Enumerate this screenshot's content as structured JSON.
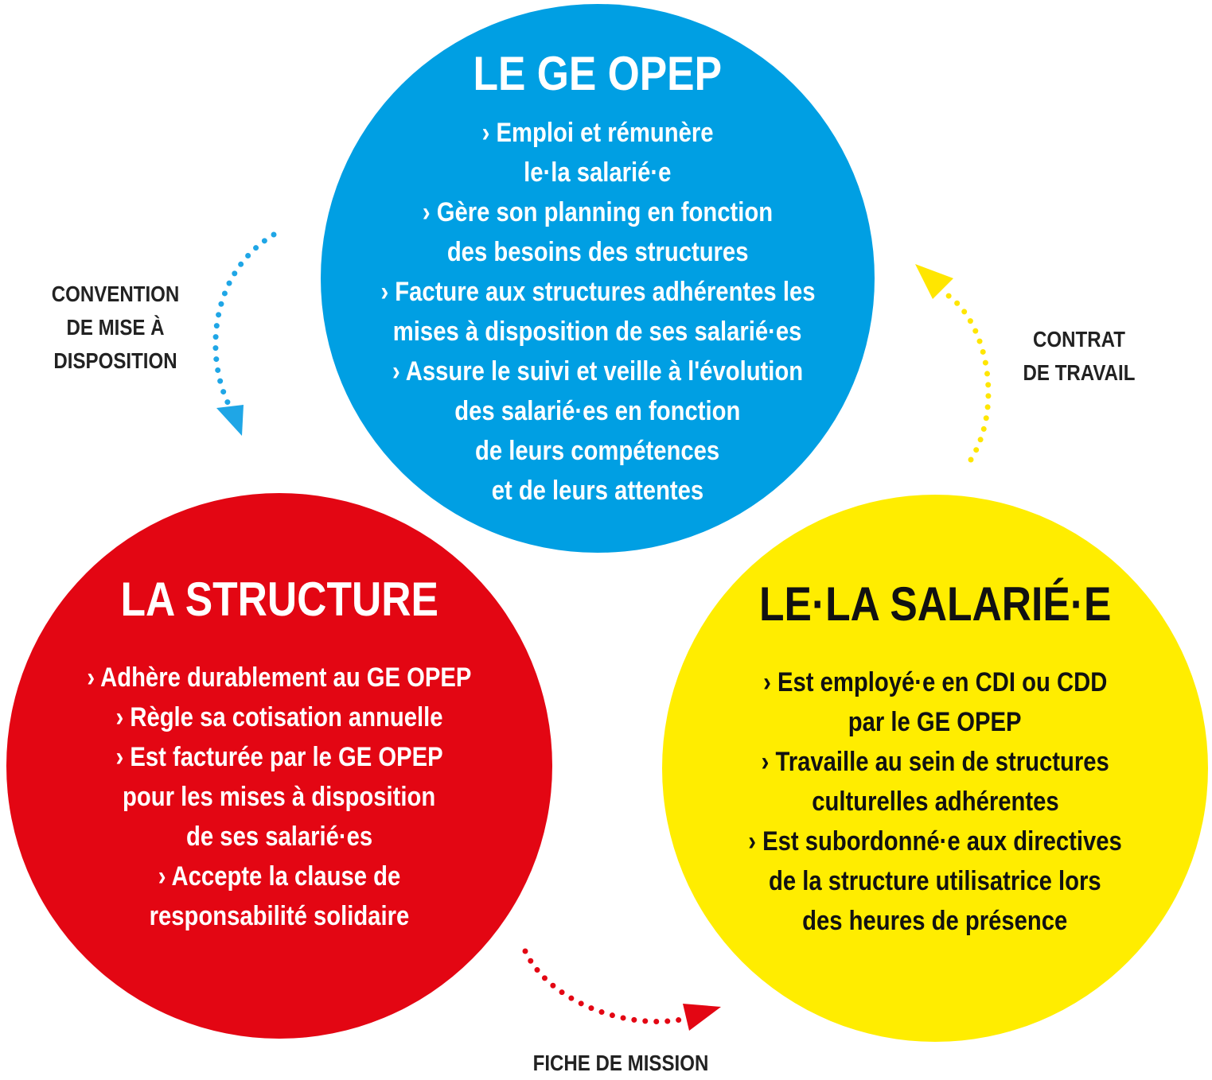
{
  "colors": {
    "top": "#009fe3",
    "left": "#e30613",
    "right": "#ffed00",
    "text_light": "#ffffff",
    "text_dark": "#111111",
    "arrow_blue": "#1fa6e6",
    "arrow_yellow": "#ffe600",
    "arrow_red": "#e30613"
  },
  "circles": {
    "top": {
      "title": "LE GE OPEP",
      "lines": [
        "› Emploi et rémunère",
        "le·la salarié·e",
        "› Gère son planning en fonction",
        "des besoins des structures",
        "› Facture aux structures adhérentes les",
        "mises à disposition de ses salarié·es",
        "› Assure le suivi et veille à l'évolution",
        "des salarié·es en fonction",
        "de leurs compétences",
        "et de leurs attentes"
      ]
    },
    "left": {
      "title": "LA STRUCTURE",
      "lines": [
        "› Adhère durablement au GE OPEP",
        "› Règle sa cotisation annuelle",
        "› Est facturée par le GE OPEP",
        "pour les mises à disposition",
        "de ses salarié·es",
        "› Accepte la clause de",
        "responsabilité solidaire"
      ]
    },
    "right": {
      "title": "LE·LA SALARIÉ·E",
      "lines": [
        "› Est employé·e en CDI ou CDD",
        "par le GE OPEP",
        "› Travaille au sein de structures",
        "culturelles adhérentes",
        "› Est subordonné·e aux directives",
        "de la structure utilisatrice lors",
        "des heures de présence"
      ]
    }
  },
  "labels": {
    "convention": [
      "CONVENTION",
      "DE MISE À",
      "DISPOSITION"
    ],
    "contrat": [
      "CONTRAT",
      "DE TRAVAIL"
    ],
    "fiche": [
      "FICHE DE MISSION"
    ]
  }
}
